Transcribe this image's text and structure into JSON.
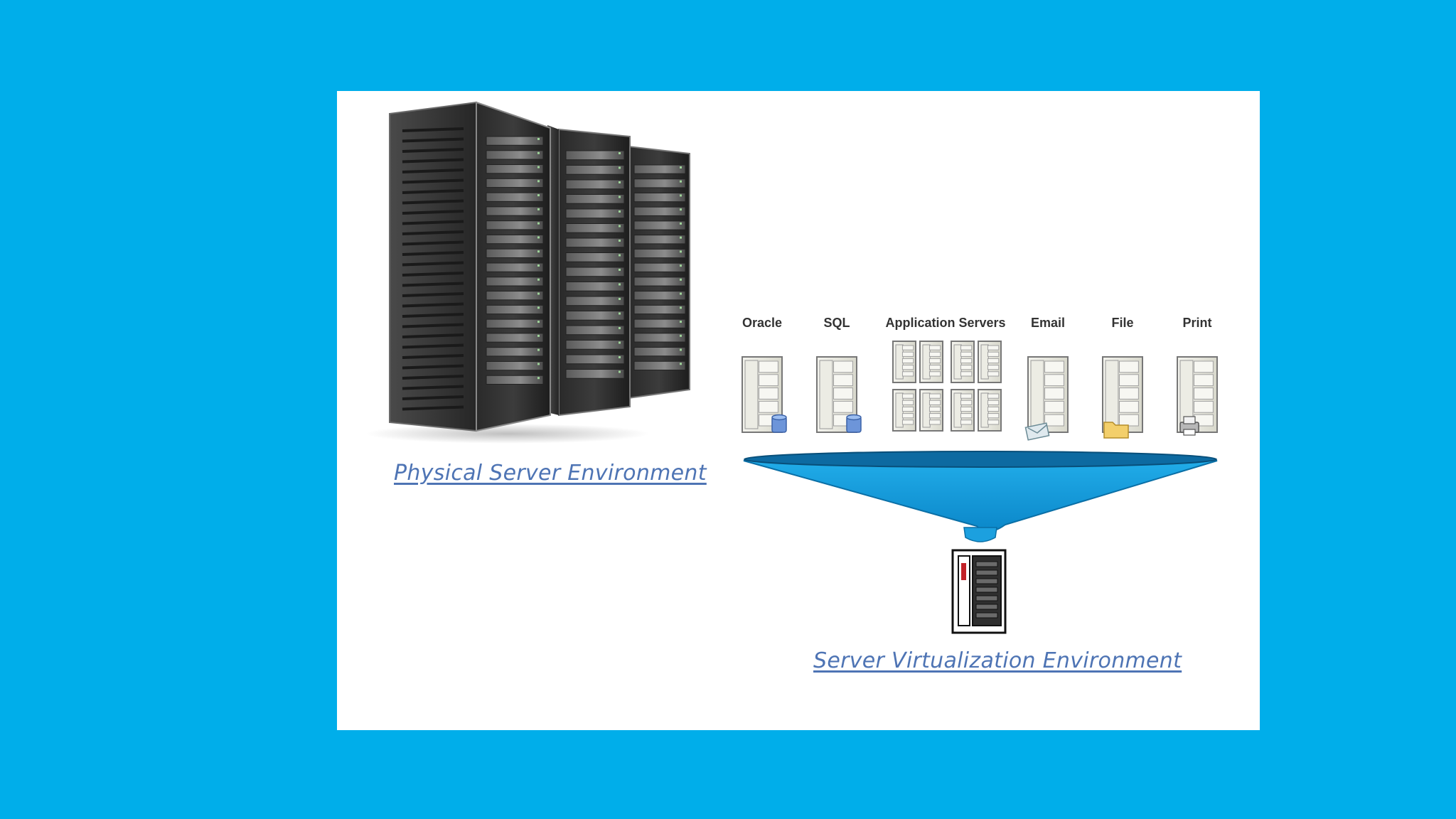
{
  "captions": {
    "physical": "Physical Server Environment",
    "virtual": "Server Virtualization Environment"
  },
  "workloads": [
    {
      "label": "Oracle",
      "icon": "database-icon"
    },
    {
      "label": "SQL",
      "icon": "database-icon"
    },
    {
      "label": "Application Servers",
      "icon": "none"
    },
    {
      "label": "Email",
      "icon": "email-icon"
    },
    {
      "label": "File",
      "icon": "folder-icon"
    },
    {
      "label": "Print",
      "icon": "printer-icon"
    }
  ],
  "colors": {
    "background": "#00aeea",
    "slide": "#ffffff",
    "funnel": "#1a9fdc",
    "caption": "#4e74b4"
  }
}
